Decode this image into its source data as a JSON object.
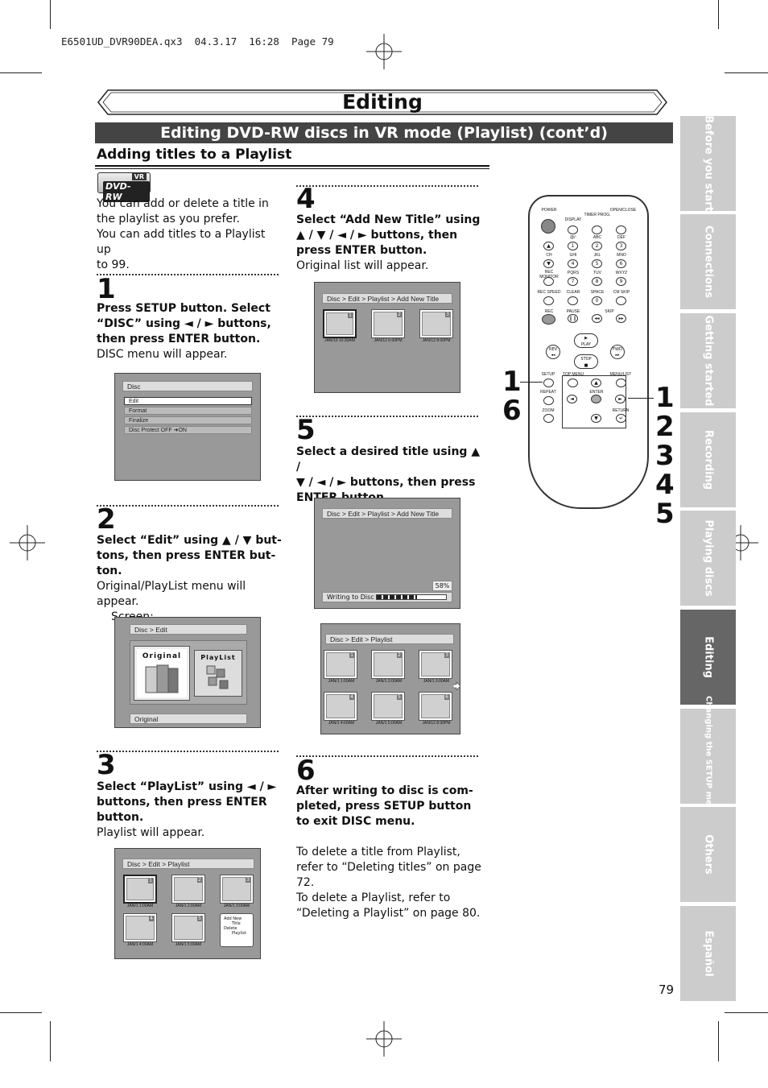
{
  "print_header": "E6501UD_DVR90DEA.qx3  04.3.17  16:28  Page 79",
  "chapter_title": "Editing",
  "section_title": "Editing DVD-RW discs in VR mode (Playlist) (cont’d)",
  "subsection_title": "Adding titles to a Playlist",
  "badge": {
    "top": "VR",
    "main": "DVD-RW"
  },
  "intro": {
    "line1": "You can add or delete a title in",
    "line2": "the playlist as you prefer.",
    "line3": "You can add titles to a Playlist up",
    "line4": "to 99."
  },
  "steps": {
    "s1": {
      "num": "1",
      "b1": "Press SETUP button. Select",
      "b2": "“DISC” using ◄ / ► buttons,",
      "b3": "then press ENTER button.",
      "t1": "DISC menu will appear."
    },
    "s2": {
      "num": "2",
      "b1": "Select “Edit” using ▲ / ▼ but-",
      "b2": "tons, then press ENTER but-",
      "b3": "ton.",
      "t1": "Original/PlayList menu will appear.",
      "t2": "Screen:"
    },
    "s3": {
      "num": "3",
      "b1": "Select “PlayList” using ◄ / ►",
      "b2": "buttons, then press ENTER",
      "b3": "button.",
      "t1": "Playlist will appear."
    },
    "s4": {
      "num": "4",
      "b1": "Select “Add New Title” using",
      "b2": "▲ / ▼ / ◄ / ► buttons, then",
      "b3": "press ENTER button.",
      "t1": "Original list will appear."
    },
    "s5": {
      "num": "5",
      "b1": "Select a desired title using ▲ /",
      "b2": "▼ / ◄ / ► buttons, then press",
      "b3": "ENTER button."
    },
    "s6": {
      "num": "6",
      "b1": "After writing to disc is com-",
      "b2": "pleted, press SETUP button",
      "b3": "to exit DISC menu.",
      "t1": "To delete a title from Playlist,",
      "t2": "refer to “Deleting titles” on page",
      "t3": "72.",
      "t4": "To delete a Playlist, refer to",
      "t5": "“Deleting a Playlist” on page 80."
    }
  },
  "screen_disc": {
    "title": "Disc",
    "items": [
      "Edit",
      "Format",
      "Finalize",
      "Disc Protect OFF ➜ON"
    ]
  },
  "screen_edit": {
    "title": "Disc > Edit",
    "original": "Original",
    "playlist": "PlayList",
    "footer": "Original"
  },
  "screen_playlist1": {
    "title": "Disc > Edit > Playlist",
    "thumbs": [
      {
        "n": "1",
        "d": "JAN/1   1:00AM"
      },
      {
        "n": "2",
        "d": "JAN/1   2:00AM"
      },
      {
        "n": "3",
        "d": "JAN/1   3:00AM"
      },
      {
        "n": "4",
        "d": "JAN/1   4:00AM"
      },
      {
        "n": "5",
        "d": "JAN/1   5:00AM"
      }
    ],
    "menu": [
      "Add   New",
      "Title",
      "Delete",
      "Playlist"
    ]
  },
  "screen_addnew": {
    "title": "Disc > Edit > Playlist > Add New Title",
    "thumbs": [
      {
        "n": "1",
        "d": "JAN/10 10:30AM"
      },
      {
        "n": "2",
        "d": "JAN/12   6:00PM"
      },
      {
        "n": "3",
        "d": "JAN/12   8:00PM"
      }
    ]
  },
  "screen_writing": {
    "title": "Disc > Edit > Playlist > Add New Title",
    "percent": "58%",
    "progress_label": "Writing to Disc",
    "progress_fraction": 0.58
  },
  "screen_playlist2": {
    "title": "Disc > Edit > Playlist",
    "thumbs": [
      {
        "n": "1",
        "d": "JAN/1   1:00AM"
      },
      {
        "n": "2",
        "d": "JAN/1   2:00AM"
      },
      {
        "n": "3",
        "d": "JAN/1   3:00AM"
      },
      {
        "n": "4",
        "d": "JAN/1   4:00AM"
      },
      {
        "n": "5",
        "d": "JAN/1   5:00AM"
      },
      {
        "n": "6",
        "d": "JAN/12   8:00PM"
      }
    ]
  },
  "remote": {
    "labels": {
      "power": "POWER",
      "display": "DISPLAY",
      "timer": "TIMER PROG.",
      "open": "OPEN/CLOSE",
      "at": "@/:",
      "abc": "ABC",
      "def": "DEF",
      "ch": "CH",
      "ghi": "GHI",
      "jkl": "JKL",
      "mno": "MNO",
      "rec_monitor": "REC MONITOR",
      "pqrs": "PQRS",
      "tuv": "TUV",
      "wxyz": "WXYZ",
      "rec_speed": "REC SPEED",
      "clear": "CLEAR",
      "space": "SPACE",
      "cm_skip": "CM SKIP",
      "rec": "REC",
      "pause": "PAUSE",
      "skip": "SKIP",
      "play": "PLAY",
      "rev": "REV",
      "fwd": "FWD",
      "stop": "STOP",
      "setup": "SETUP",
      "top_menu": "TOP MENU",
      "menu_list": "MENU/LIST",
      "repeat": "REPEAT",
      "enter": "ENTER",
      "zoom": "ZOOM",
      "return": "RETURN"
    },
    "digits": [
      "1",
      "2",
      "3",
      "4",
      "5",
      "6",
      "7",
      "8",
      "9",
      "0"
    ],
    "callout_left": [
      "1",
      "6"
    ],
    "callout_right": [
      "1",
      "2",
      "3",
      "4",
      "5"
    ]
  },
  "side_tabs": [
    "Before you start",
    "Connections",
    "Getting started",
    "Recording",
    "Playing discs",
    "Editing",
    "Changing the SETUP menu",
    "Others",
    "Español"
  ],
  "page_number": "79"
}
